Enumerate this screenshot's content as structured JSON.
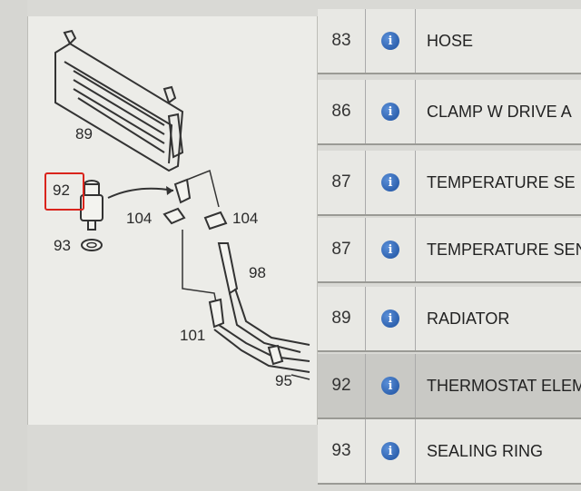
{
  "diagram": {
    "labels": {
      "l89": "89",
      "l92": "92",
      "l93": "93",
      "l104a": "104",
      "l104b": "104",
      "l98": "98",
      "l101": "101",
      "l95": "95"
    },
    "highlight_color": "#d9241c"
  },
  "parts": [
    {
      "num": "83",
      "desc": "HOSE"
    },
    {
      "num": "86",
      "desc": "CLAMP W DRIVE A"
    },
    {
      "num": "87",
      "desc": "TEMPERATURE SE"
    },
    {
      "num": "87",
      "desc": "TEMPERATURE SEN"
    },
    {
      "num": "89",
      "desc": "RADIATOR"
    },
    {
      "num": "92",
      "desc": "THERMOSTAT ELEM"
    },
    {
      "num": "93",
      "desc": "SEALING RING"
    }
  ],
  "info_icon_glyph": "i",
  "selected_part": "92"
}
